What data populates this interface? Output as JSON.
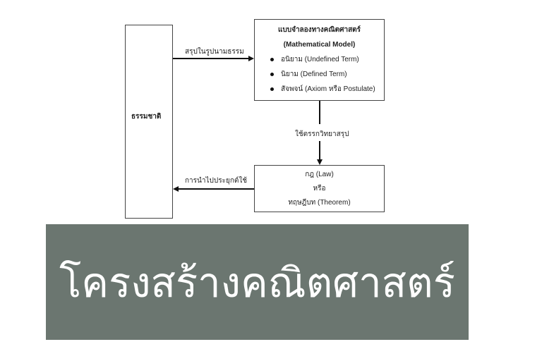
{
  "nature_box": {
    "label": "ธรรมชาติ"
  },
  "model_box": {
    "title": "แบบจำลองทางคณิตศาสตร์",
    "subtitle": "(Mathematical Model)",
    "items": [
      "อนิยาม (Undefined Term)",
      "นิยาม (Defined Term)",
      "สัจพจน์ (Axiom หรือ Postulate)"
    ]
  },
  "law_box": {
    "lines": [
      "กฎ (Law)",
      "หรือ",
      "ทฤษฎีบท (Theorem)"
    ]
  },
  "arrows": {
    "abstraction": "สรุปในรูปนามธรรม",
    "deduction": "ใช้ตรรกวิทยาสรุป",
    "application": "การนำไปประยุกต์ใช้"
  },
  "banner": {
    "title": "โครงสร้างคณิตศาสตร์",
    "color": "#6b7670"
  }
}
